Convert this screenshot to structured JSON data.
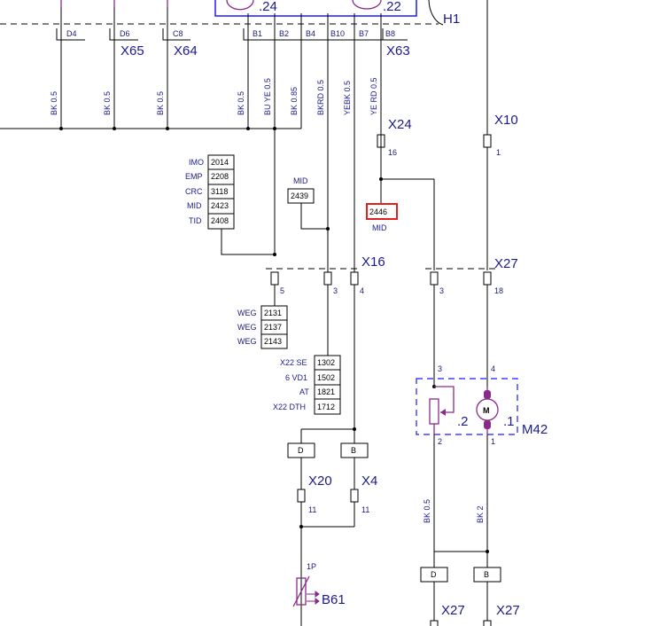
{
  "top_unit": {
    "pin_left": ".24",
    "pin_right": ".22",
    "label": "H1"
  },
  "top_connector_pins": [
    "D4",
    "D6",
    "C8",
    "B1",
    "B2",
    "B4",
    "B10",
    "B7",
    "B8"
  ],
  "connectors": {
    "x65": "X65",
    "x64": "X64",
    "x63": "X63",
    "x24": "X24",
    "x10": "X10",
    "x16": "X16",
    "x27_top": "X27",
    "x20": "X20",
    "x4": "X4",
    "x27_bl": "X27",
    "x27_br": "X27",
    "m42": "M42",
    "b61": "B61"
  },
  "wire_labels": [
    "BK 0.5",
    "BK 0.5",
    "BK 0.5",
    "BK 0.5",
    "BU YE 0.5",
    "BK 0.85",
    "BKRD 0.5",
    "YEBK 0.5",
    "YE RD 0.5"
  ],
  "pin_numbers": {
    "x24_16": "16",
    "x10_1": "1",
    "x16_5": "5",
    "x16_3": "3",
    "x16_4": "4",
    "x27_3": "3",
    "x27_18": "18",
    "m42_3": "3",
    "m42_4": "4",
    "m42_2": "2",
    "m42_1": "1",
    "m42_sub2": ".2",
    "m42_sub1": ".1",
    "motor": "M",
    "x20_11": "11",
    "x4_11": "11",
    "b61_1p": "1P"
  },
  "lower_wire_labels": [
    "BK 0.5",
    "BK 2"
  ],
  "boxes": {
    "d1": "D",
    "b1": "B",
    "d2": "D",
    "b2": "B"
  },
  "left_table": [
    {
      "label": "IMO",
      "value": "2014"
    },
    {
      "label": "EMP",
      "value": "2208"
    },
    {
      "label": "CRC",
      "value": "3118"
    },
    {
      "label": "MID",
      "value": "2423"
    },
    {
      "label": "TID",
      "value": "2408"
    }
  ],
  "mid_ref": {
    "label": "MID",
    "value": "2439"
  },
  "red_ref": {
    "label": "MID",
    "value": "2446"
  },
  "weg_table": [
    {
      "label": "WEG",
      "value": "2131"
    },
    {
      "label": "WEG",
      "value": "2137"
    },
    {
      "label": "WEG",
      "value": "2143"
    }
  ],
  "x22_table": [
    {
      "label": "X22 SE",
      "value": "1302"
    },
    {
      "label": "6 VD1",
      "value": "1502"
    },
    {
      "label": "AT",
      "value": "1821"
    },
    {
      "label": "X22 DTH",
      "value": "1712"
    }
  ],
  "colors": {
    "wire": "#000000",
    "label": "#1a1a8c",
    "component": "#8a2b8a",
    "highlight": "#e02020"
  }
}
